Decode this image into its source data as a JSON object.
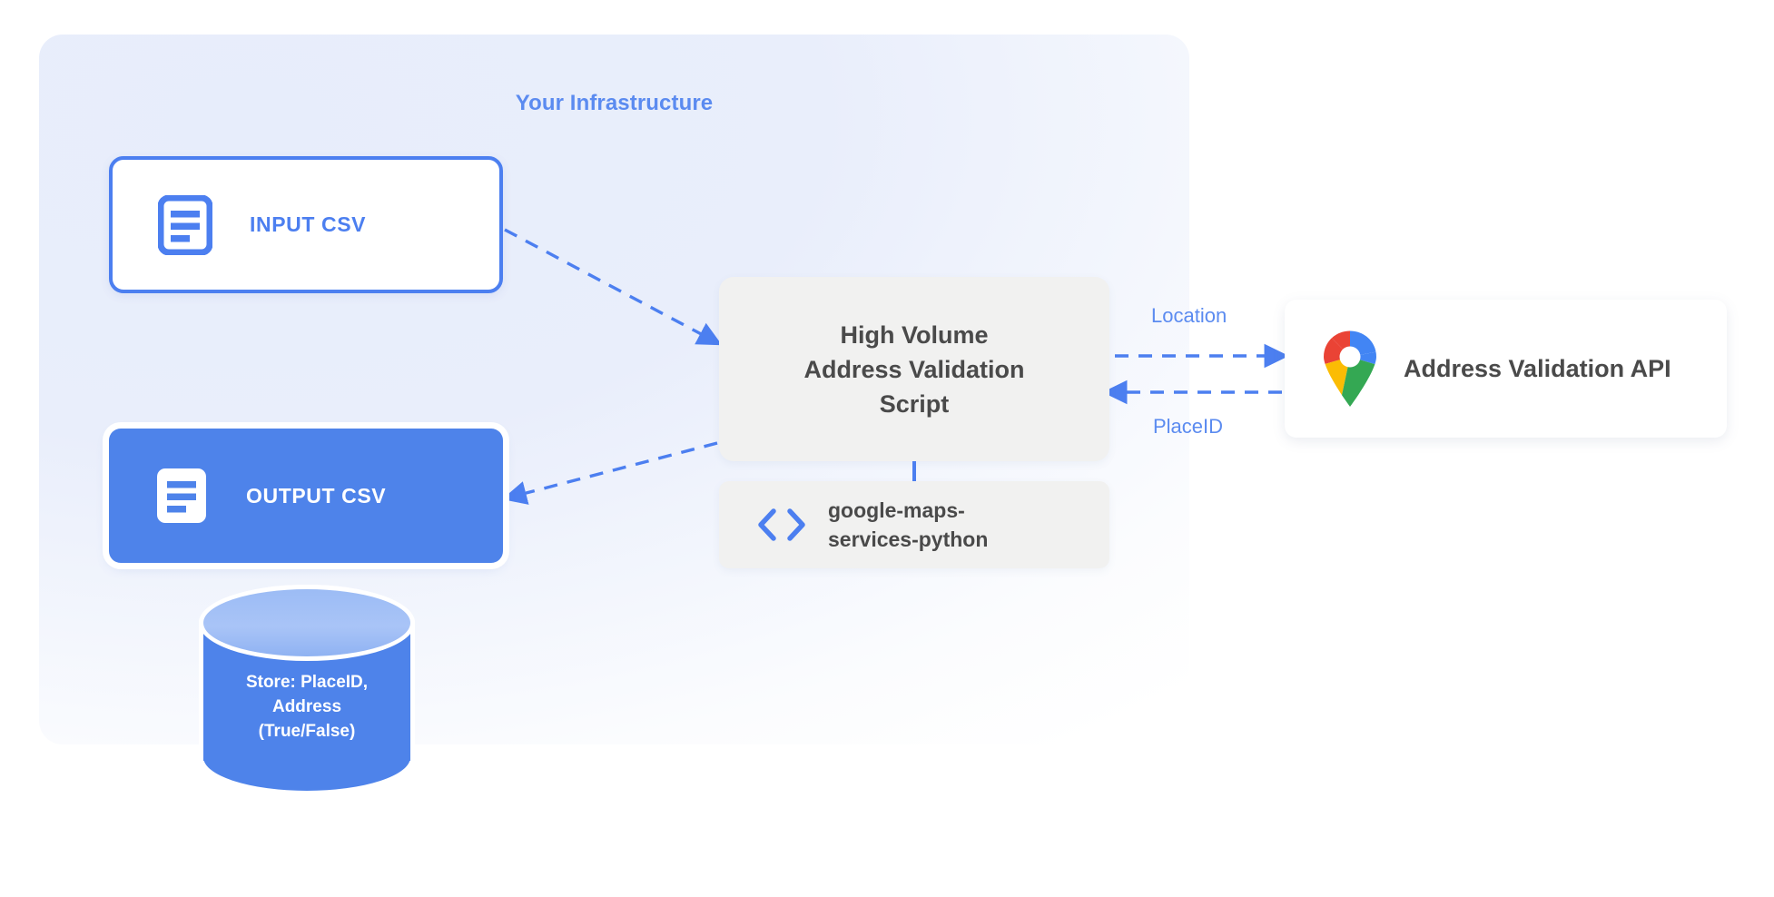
{
  "infrastructure": {
    "title": "Your Infrastructure"
  },
  "input_csv": {
    "label": "INPUT CSV",
    "icon": "document-lines-icon"
  },
  "output_csv": {
    "label": "OUTPUT CSV",
    "icon": "document-lines-icon"
  },
  "database": {
    "line1": "Store: PlaceID,",
    "line2": "Address",
    "line3": "(True/False)"
  },
  "script": {
    "line1": "High Volume",
    "line2": "Address Validation",
    "line3": "Script"
  },
  "library": {
    "line1": "google-maps-",
    "line2": "services-python",
    "icon": "code-brackets-icon"
  },
  "api": {
    "label": "Address Validation API",
    "icon": "google-maps-pin-icon"
  },
  "edges": {
    "location_label": "Location",
    "placeid_label": "PlaceID"
  },
  "colors": {
    "accent_blue": "#4c7ff0",
    "label_blue": "#5b8bf0",
    "fill_blue": "#4e83ea",
    "panel_bg": "#e8edfa",
    "box_gray": "#f1f1f0",
    "text_gray": "#4a4a4a",
    "maps_blue": "#4285f4",
    "maps_red": "#ea4335",
    "maps_yellow": "#fbbc04",
    "maps_green": "#34a853"
  }
}
